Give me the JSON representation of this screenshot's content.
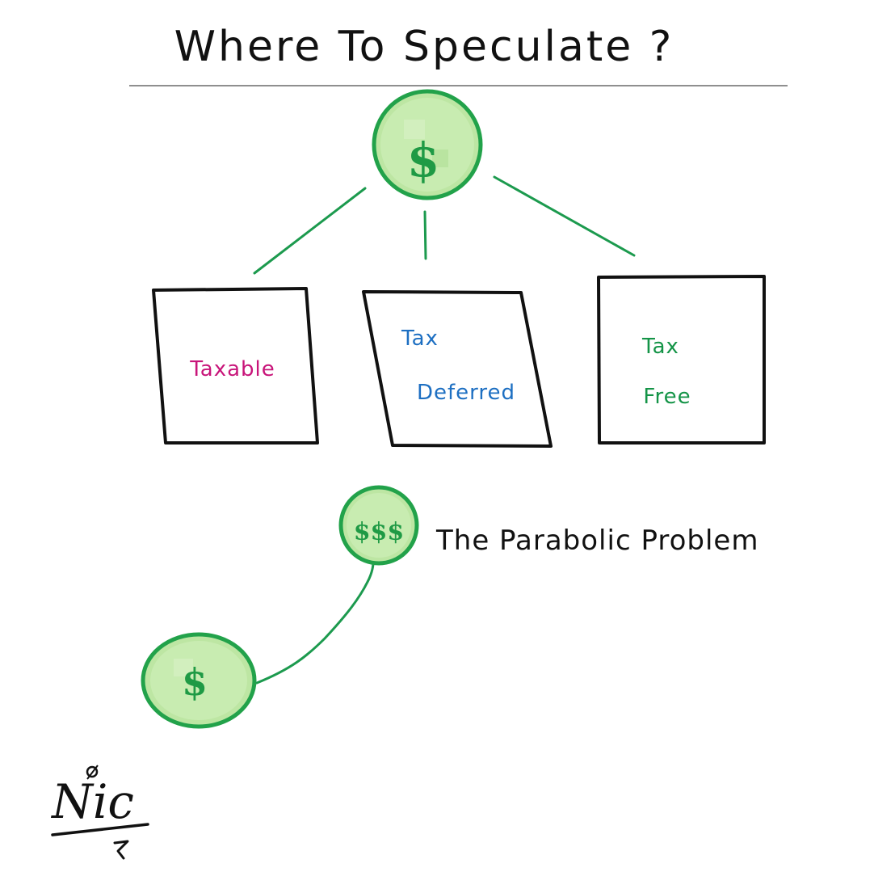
{
  "title": "Where To Speculate ?",
  "root_node": {
    "symbol": "$"
  },
  "boxes": [
    {
      "id": "taxable",
      "lines": [
        "Taxable"
      ],
      "color": "#c8157a"
    },
    {
      "id": "tax-deferred",
      "lines": [
        "Tax",
        "Deferred"
      ],
      "color": "#1d6fc2"
    },
    {
      "id": "tax-free",
      "lines": [
        "Tax",
        "Free"
      ],
      "color": "#149447"
    }
  ],
  "parabolic": {
    "label": "The Parabolic Problem",
    "big_coin_symbol": "$$$",
    "small_coin_symbol": "$"
  },
  "signature": {
    "text": "Nic"
  },
  "colors": {
    "coin_fill": "#bde6a3",
    "coin_stroke": "#22a24a",
    "line": "#1c9a4e",
    "rule": "#6a6a6a",
    "box_stroke": "#111111"
  }
}
